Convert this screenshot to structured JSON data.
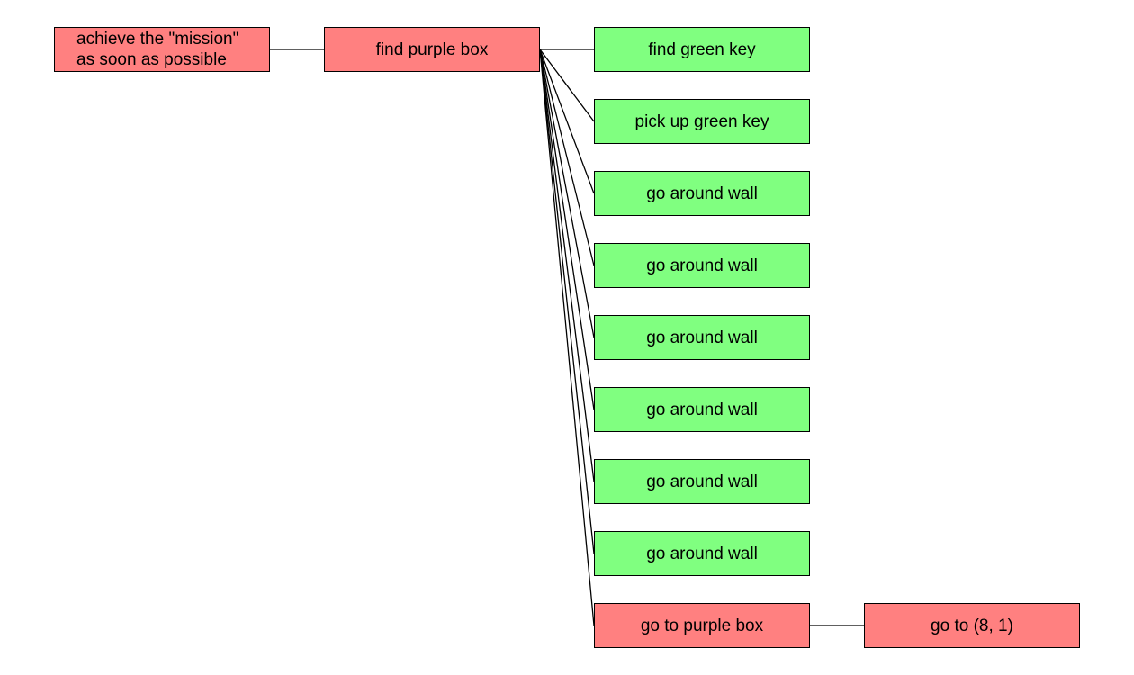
{
  "colors": {
    "task": "#ff8080",
    "leaf": "#80ff80",
    "edge": "#000000"
  },
  "nodes": [
    {
      "id": "root",
      "label": "achieve the \"mission\"\nas soon as possible",
      "kind": "task"
    },
    {
      "id": "find_purple_box",
      "label": "find purple box",
      "kind": "task"
    },
    {
      "id": "find_green_key",
      "label": "find green key",
      "kind": "leaf"
    },
    {
      "id": "pick_up_green_key",
      "label": "pick up green key",
      "kind": "leaf"
    },
    {
      "id": "go_around_wall_1",
      "label": "go around wall",
      "kind": "leaf"
    },
    {
      "id": "go_around_wall_2",
      "label": "go around wall",
      "kind": "leaf"
    },
    {
      "id": "go_around_wall_3",
      "label": "go around wall",
      "kind": "leaf"
    },
    {
      "id": "go_around_wall_4",
      "label": "go around wall",
      "kind": "leaf"
    },
    {
      "id": "go_around_wall_5",
      "label": "go around wall",
      "kind": "leaf"
    },
    {
      "id": "go_around_wall_6",
      "label": "go around wall",
      "kind": "leaf"
    },
    {
      "id": "go_to_purple_box",
      "label": "go to purple box",
      "kind": "task"
    },
    {
      "id": "go_to_8_1",
      "label": "go to (8, 1)",
      "kind": "task"
    }
  ],
  "edges": [
    [
      "root",
      "find_purple_box"
    ],
    [
      "find_purple_box",
      "find_green_key"
    ],
    [
      "find_purple_box",
      "pick_up_green_key"
    ],
    [
      "find_purple_box",
      "go_around_wall_1"
    ],
    [
      "find_purple_box",
      "go_around_wall_2"
    ],
    [
      "find_purple_box",
      "go_around_wall_3"
    ],
    [
      "find_purple_box",
      "go_around_wall_4"
    ],
    [
      "find_purple_box",
      "go_around_wall_5"
    ],
    [
      "find_purple_box",
      "go_around_wall_6"
    ],
    [
      "find_purple_box",
      "go_to_purple_box"
    ],
    [
      "go_to_purple_box",
      "go_to_8_1"
    ]
  ]
}
